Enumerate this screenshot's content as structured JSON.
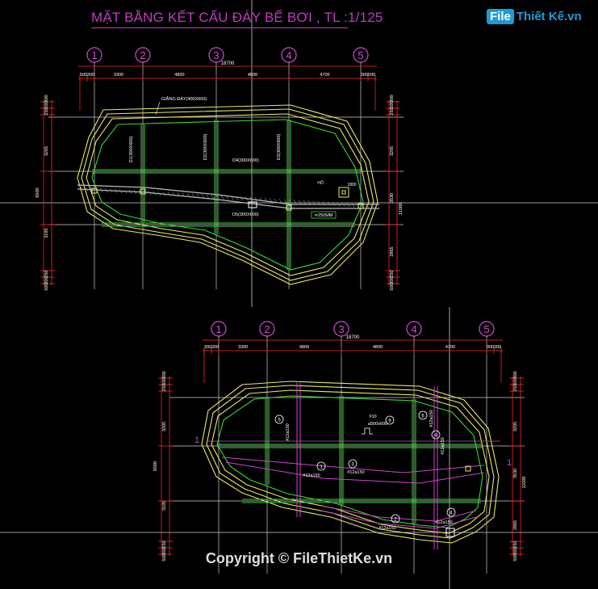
{
  "title": "MẶT BẰNG KẾT CẤU ĐÁY BỂ BƠI , TL :1/125",
  "logo": {
    "box_text": "File",
    "rest_text": "Thiết Kế.vn"
  },
  "copyright": "Copyright © FileThietKe.vn",
  "colors": {
    "background": "#000000",
    "axis": "#d24bd2",
    "dim": "#ff2a2a",
    "wall": "#e7e86a",
    "beam": "#39d639",
    "grid": "#cfcfcf",
    "rebar": "#cc44cc"
  },
  "plan_top": {
    "axes": [
      "1",
      "2",
      "3",
      "4",
      "5"
    ],
    "total_dim": "18700",
    "spans": [
      "500",
      "300",
      "3300",
      "4800",
      "4800",
      "4700",
      "300",
      "500"
    ],
    "left_dims": [
      "300",
      "500",
      "250",
      "3205",
      "3195",
      "6500",
      "250",
      "300",
      "500"
    ],
    "right_dims": [
      "300",
      "500",
      "250",
      "3205",
      "3530",
      "11000",
      "2865",
      "250",
      "300",
      "500"
    ],
    "labels": {
      "giang_day": "GIẰNG ĐÁY(400X600)",
      "d1": "D1(300X600)",
      "d2": "D2(300X600)",
      "d3": "D3(300X600)",
      "d4": "D4(300X600)",
      "d5": "D5(300X600)",
      "slope": "i=250MM",
      "pit": "HỐ",
      "pit_dim": "1800"
    }
  },
  "plan_bottom": {
    "axes": [
      "1",
      "2",
      "3",
      "4",
      "5"
    ],
    "total_dim": "18700",
    "spans": [
      "300",
      "300",
      "3300",
      "4800",
      "4800",
      "4700",
      "300",
      "300"
    ],
    "left_dims": [
      "300",
      "500",
      "250",
      "3205",
      "3195",
      "6500",
      "250",
      "300",
      "500"
    ],
    "right_dims": [
      "300",
      "500",
      "250",
      "3205",
      "3530",
      "11000",
      "2865",
      "250",
      "300",
      "500"
    ],
    "section_mark": "1",
    "rebar_labels": [
      "#12a150",
      "#12a150",
      "#12a150",
      "#12a150",
      "#12a150",
      "#12a150",
      "#12a150",
      "#10",
      "a500x600"
    ],
    "rebar_marks": [
      "1",
      "2",
      "3",
      "4",
      "5",
      "6"
    ]
  }
}
